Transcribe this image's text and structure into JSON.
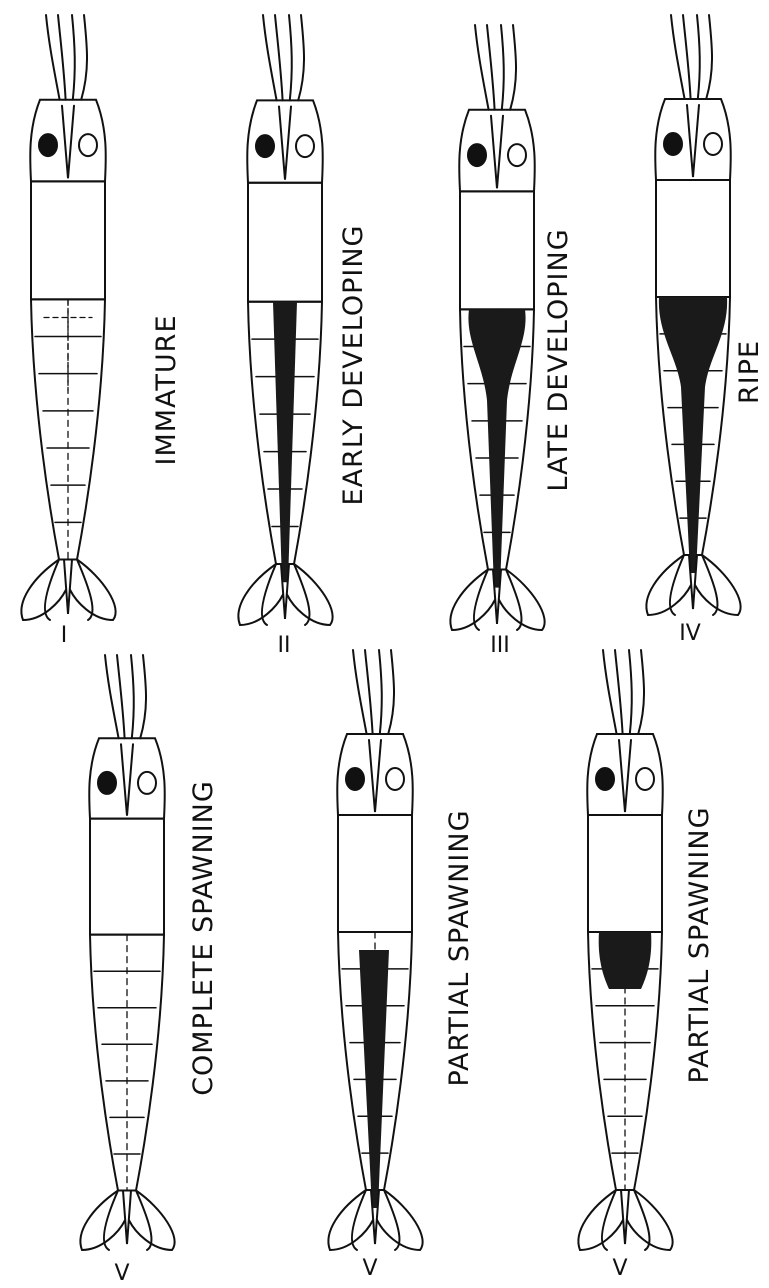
{
  "figure": {
    "colors": {
      "ink": "#111111",
      "gonad": "#1a1a1a",
      "paper": "#ffffff"
    },
    "shrimps": [
      {
        "id": "s1",
        "stage": "I",
        "label": "IMMATURE",
        "gonad": "outline"
      },
      {
        "id": "s2",
        "stage": "II",
        "label": "EARLY  DEVELOPING",
        "gonad": "thin"
      },
      {
        "id": "s3",
        "stage": "III",
        "label": "LATE  DEVELOPING",
        "gonad": "medium"
      },
      {
        "id": "s4",
        "stage": "IV",
        "label": "RIPE",
        "gonad": "full"
      },
      {
        "id": "s5",
        "stage": "V",
        "label": "COMPLETE  SPAWNING",
        "gonad": "none"
      },
      {
        "id": "s6",
        "stage": "V",
        "label": "PARTIAL  SPAWNING",
        "gonad": "partial-long"
      },
      {
        "id": "s7",
        "stage": "V",
        "label": "PARTIAL  SPAWNING",
        "gonad": "partial-blob"
      }
    ]
  }
}
